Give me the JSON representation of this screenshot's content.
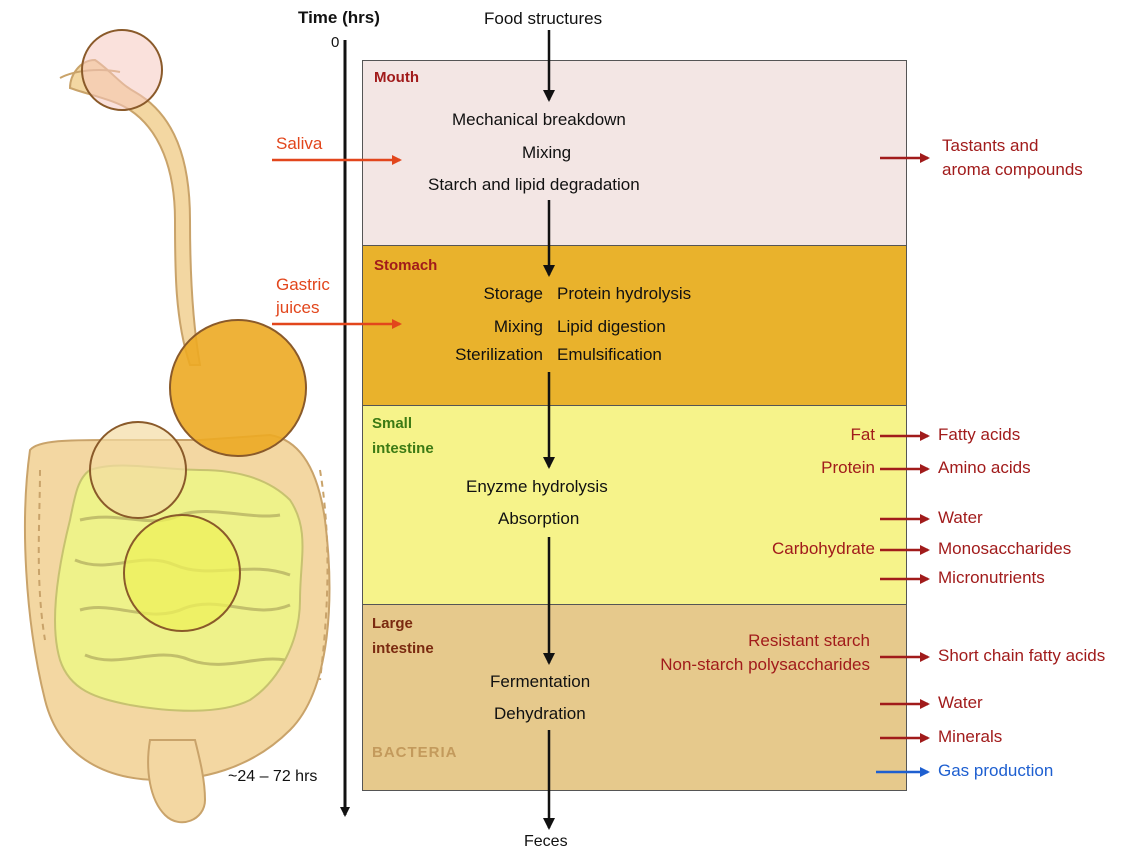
{
  "time_axis": {
    "title": "Time (hrs)",
    "start": "0",
    "end": "~24 – 72 hrs"
  },
  "top_label": "Food structures",
  "bottom_label": "Feces",
  "stages": [
    {
      "name": "Mouth",
      "lines": [
        "Mechanical breakdown",
        "Mixing",
        "Starch and lipid degradation"
      ],
      "fill": "#f3e6e4",
      "label_color": "#a11b1b"
    },
    {
      "name": "Stomach",
      "left_lines": [
        "Storage",
        "Mixing",
        "Sterilization"
      ],
      "right_lines": [
        "Protein hydrolysis",
        "Lipid digestion",
        "Emulsification"
      ],
      "fill": "#e9b22c",
      "label_color": "#a11b1b"
    },
    {
      "name_line1": "Small",
      "name_line2": "intestine",
      "lines": [
        "Enyzme hydrolysis",
        "Absorption"
      ],
      "fill": "#f6f38a",
      "label_color": "#3c7a14"
    },
    {
      "name_line1": "Large",
      "name_line2": "intestine",
      "lines": [
        "Fermentation",
        "Dehydration"
      ],
      "extra": "BACTERIA",
      "fill": "#e6c98c",
      "label_color": "#7a2a10"
    }
  ],
  "inputs": {
    "saliva": "Saliva",
    "gastric_1": "Gastric",
    "gastric_2": "juices"
  },
  "outputs": {
    "mouth_1": "Tastants and",
    "mouth_2": "aroma compounds",
    "small": [
      {
        "source": "Fat",
        "product": "Fatty acids"
      },
      {
        "source": "Protein",
        "product": "Amino acids"
      },
      {
        "source": "",
        "product": "Water"
      },
      {
        "source": "Carbohydrate",
        "product": "Monosaccharides"
      },
      {
        "source": "",
        "product": "Micronutrients"
      }
    ],
    "large_source_1": "Resistant starch",
    "large_source_2": "Non-starch polysaccharides",
    "large_products": [
      "Short chain fatty acids",
      "Water",
      "Minerals"
    ],
    "gas": "Gas production"
  },
  "colors": {
    "arrow": "#111111",
    "output_arrow": "#a11b1b",
    "input_arrow": "#e2461c",
    "gas_arrow": "#1e5fd0"
  }
}
